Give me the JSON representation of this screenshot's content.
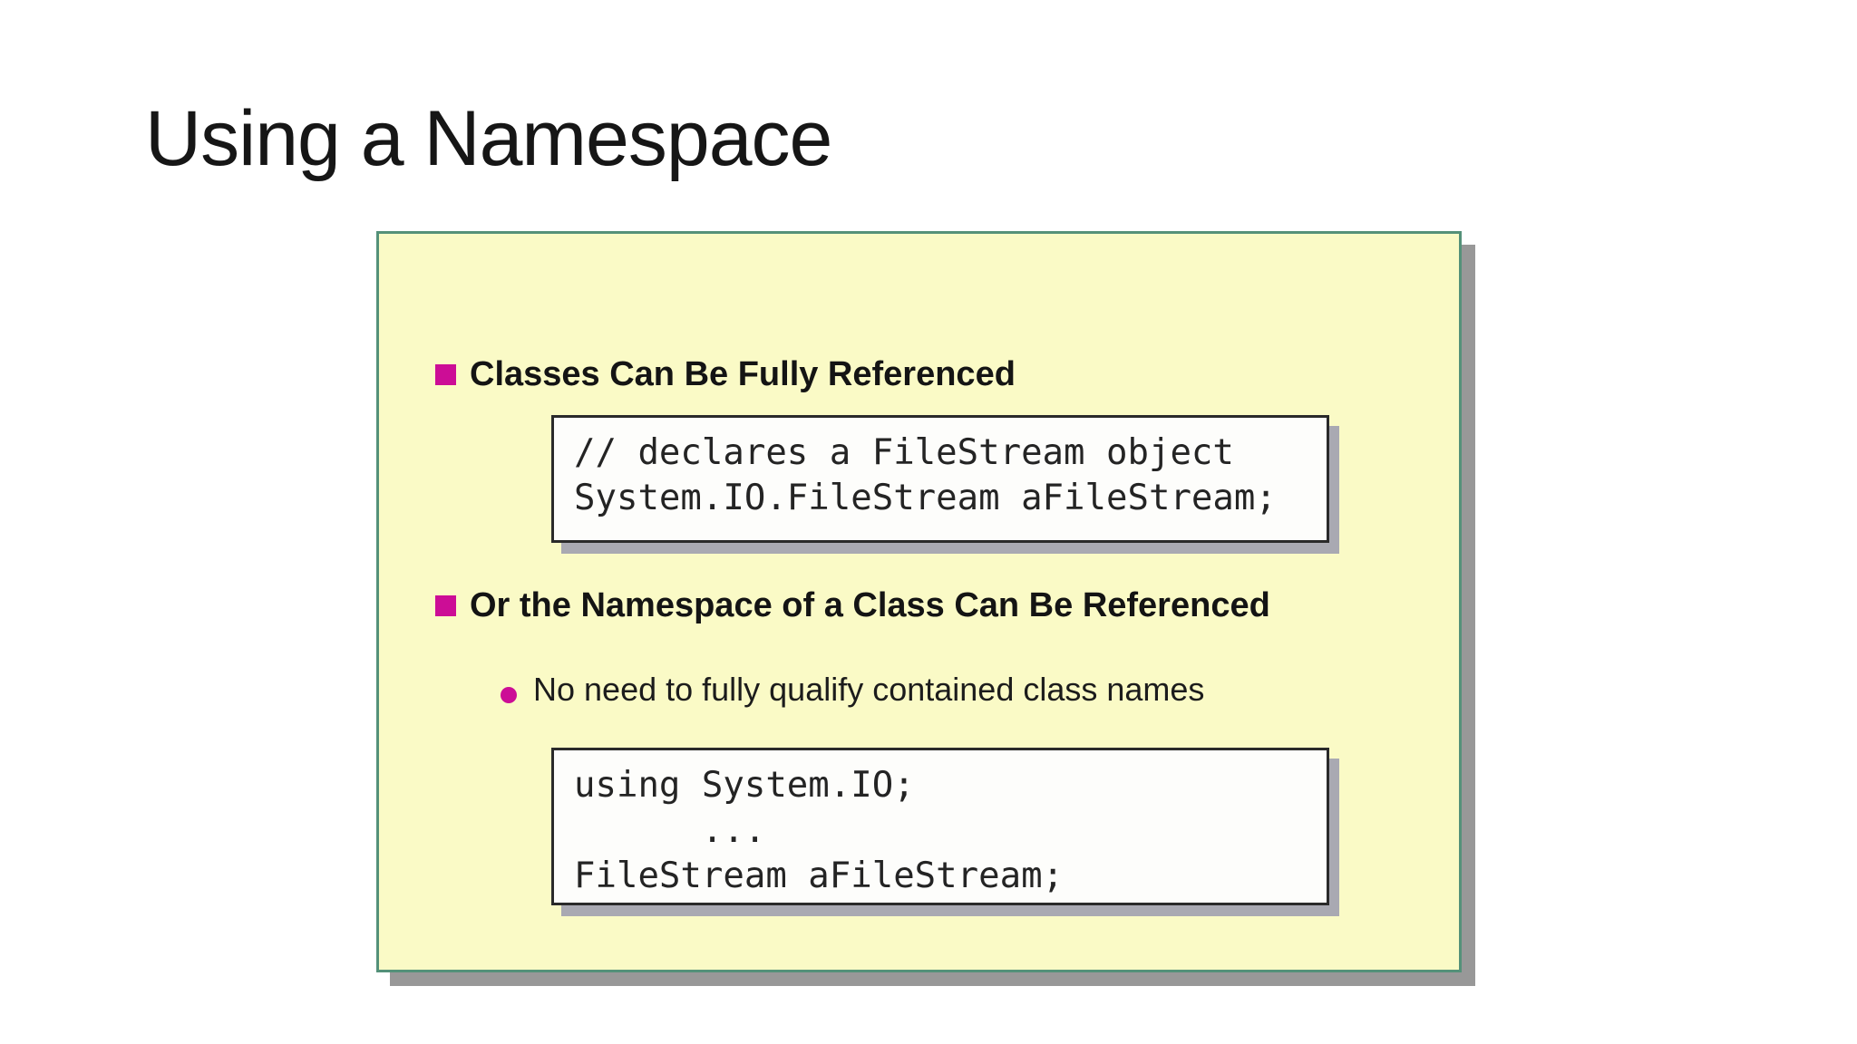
{
  "slide": {
    "title": "Using a Namespace",
    "colors": {
      "panel_bg": "#FAFAC6",
      "panel_border": "#549179",
      "panel_shadow": "#989898",
      "code_bg": "#FDFDFB",
      "code_border": "#2A2A2A",
      "code_shadow": "#A9A9B2",
      "bullet": "#CC0D96",
      "text": "#141414"
    },
    "bullets": [
      {
        "label": "Classes Can Be Fully Referenced",
        "code": [
          "// declares a FileStream object",
          "System.IO.FileStream aFileStream;"
        ]
      },
      {
        "label": "Or the Namespace of a Class Can Be Referenced",
        "sub_bullet": "No need to fully qualify contained class names",
        "code": [
          "using System.IO;",
          "      ...",
          "FileStream aFileStream;"
        ]
      }
    ]
  }
}
